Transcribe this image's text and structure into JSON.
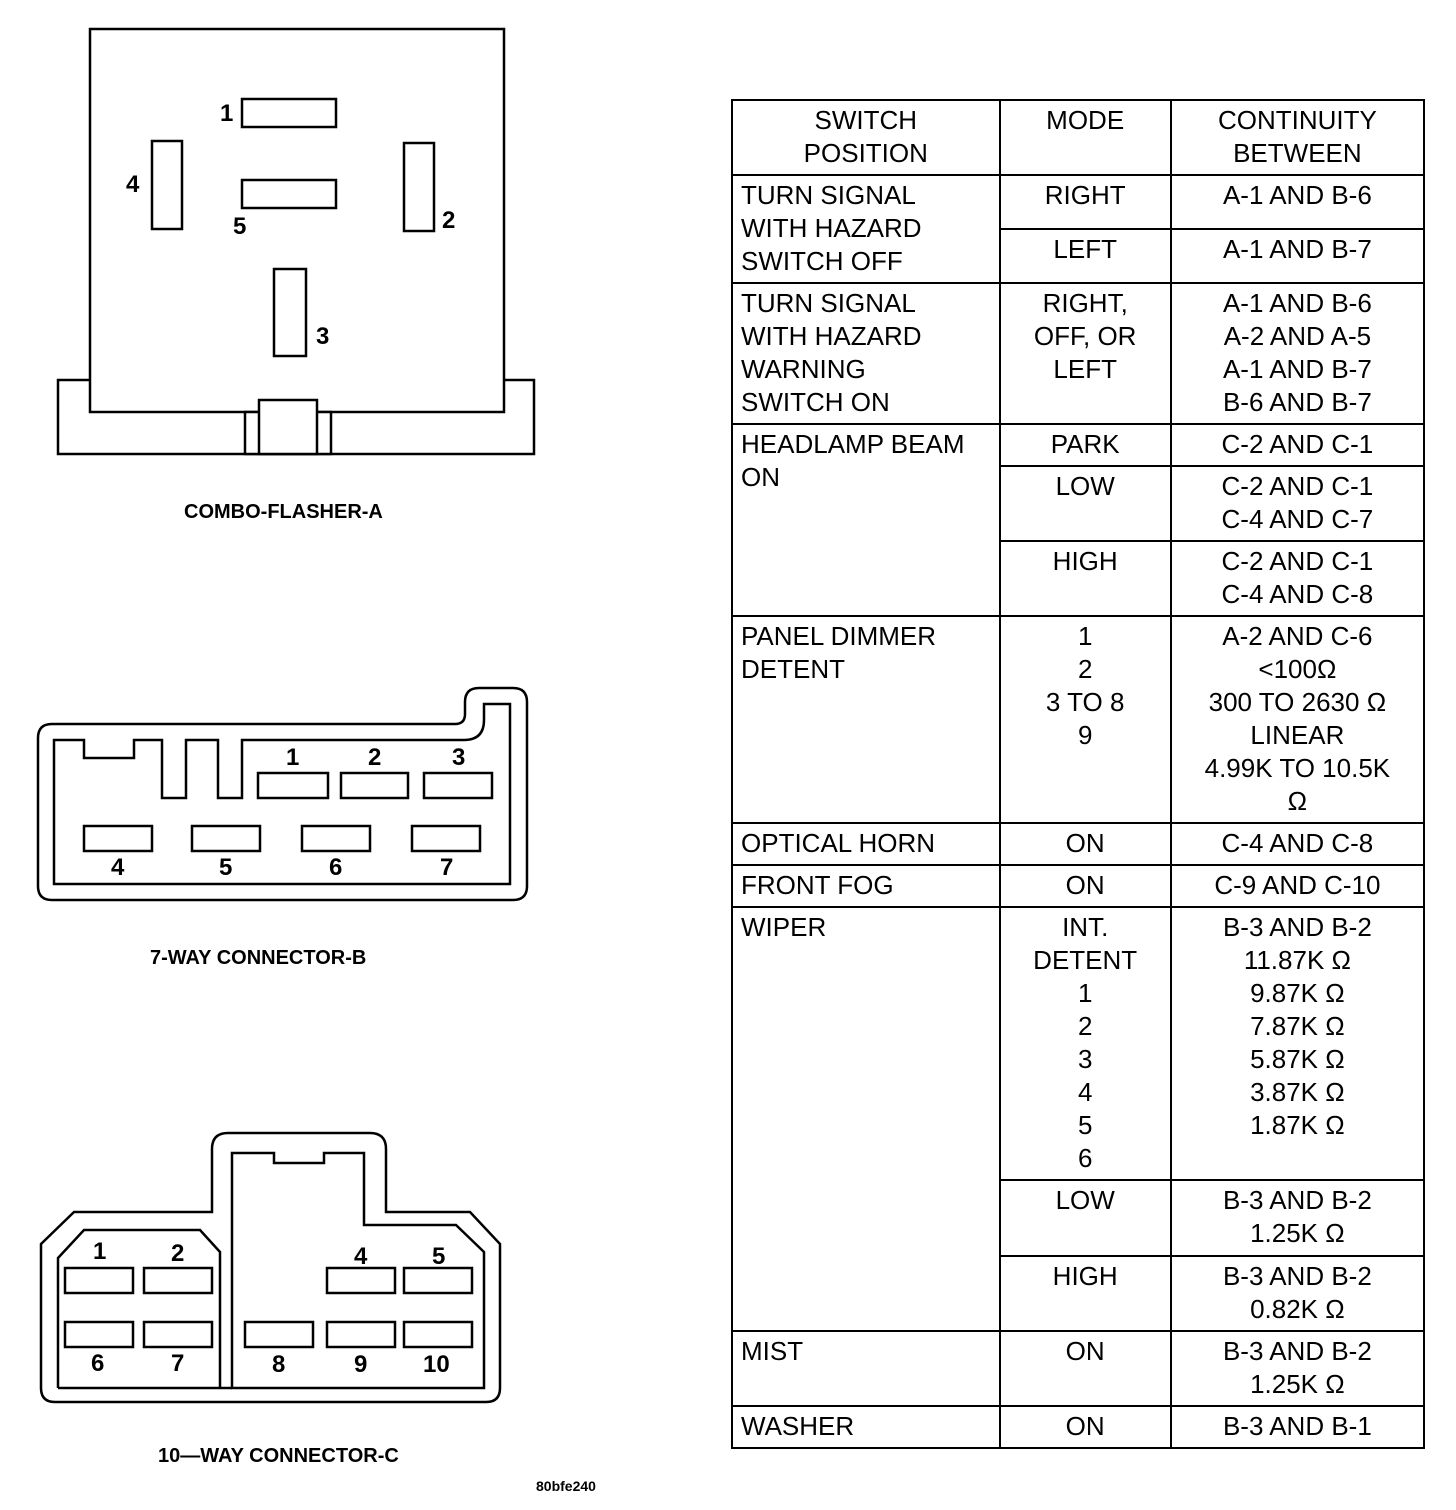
{
  "connectors": {
    "combo_flasher": {
      "caption": "COMBO-FLASHER-A",
      "pins": [
        "1",
        "2",
        "3",
        "4",
        "5"
      ]
    },
    "seven_way": {
      "caption": "7-WAY CONNECTOR-B",
      "pins": [
        "1",
        "2",
        "3",
        "4",
        "5",
        "6",
        "7"
      ]
    },
    "ten_way": {
      "caption": "10—WAY CONNECTOR-C",
      "pins": [
        "1",
        "2",
        "4",
        "5",
        "6",
        "7",
        "8",
        "9",
        "10"
      ]
    }
  },
  "figure_ref": "80bfe240",
  "table": {
    "headers": {
      "switch_position": [
        "SWITCH",
        "POSITION"
      ],
      "mode": [
        "MODE"
      ],
      "continuity": [
        "CONTINUITY",
        "BETWEEN"
      ]
    },
    "rows": [
      {
        "position": [
          "TURN SIGNAL",
          "WITH HAZARD",
          "SWITCH OFF"
        ],
        "modes": [
          {
            "mode": [
              "RIGHT"
            ],
            "continuity": [
              "A-1 AND B-6"
            ]
          },
          {
            "mode": [
              "LEFT"
            ],
            "continuity": [
              "A-1 AND B-7"
            ]
          }
        ]
      },
      {
        "position": [
          "TURN SIGNAL",
          "WITH HAZARD",
          "WARNING",
          "SWITCH ON"
        ],
        "modes": [
          {
            "mode": [
              "RIGHT,",
              "OFF, OR",
              "LEFT"
            ],
            "continuity": [
              "A-1 AND B-6",
              "A-2 AND A-5",
              "A-1 AND B-7",
              "B-6 AND B-7"
            ]
          }
        ]
      },
      {
        "position": [
          "HEADLAMP BEAM",
          "ON"
        ],
        "modes": [
          {
            "mode": [
              "PARK"
            ],
            "continuity": [
              "C-2 AND C-1"
            ]
          },
          {
            "mode": [
              "LOW"
            ],
            "continuity": [
              "C-2 AND C-1",
              "C-4 AND C-7"
            ]
          },
          {
            "mode": [
              "HIGH"
            ],
            "continuity": [
              "C-2 AND C-1",
              "C-4 AND C-8"
            ]
          }
        ]
      },
      {
        "position": [
          "PANEL DIMMER",
          "DETENT"
        ],
        "modes": [
          {
            "mode": [
              "1",
              "2",
              "3 TO 8",
              "9"
            ],
            "continuity": [
              "A-2 AND C-6",
              "<100Ω",
              "300 TO 2630 Ω",
              "LINEAR",
              "4.99K TO 10.5K",
              "Ω"
            ]
          }
        ]
      },
      {
        "position": [
          "OPTICAL HORN"
        ],
        "modes": [
          {
            "mode": [
              "ON"
            ],
            "continuity": [
              "C-4 AND C-8"
            ]
          }
        ]
      },
      {
        "position": [
          "FRONT FOG"
        ],
        "modes": [
          {
            "mode": [
              "ON"
            ],
            "continuity": [
              "C-9 AND C-10"
            ]
          }
        ]
      },
      {
        "position": [
          "WIPER"
        ],
        "modes": [
          {
            "mode": [
              "INT.",
              "DETENT",
              "1",
              "2",
              "3",
              "4",
              "5",
              "6"
            ],
            "continuity": [
              "B-3 AND B-2",
              "11.87K Ω",
              "9.87K Ω",
              "7.87K Ω",
              "5.87K Ω",
              "3.87K Ω",
              "1.87K Ω"
            ]
          },
          {
            "mode": [
              "LOW"
            ],
            "continuity": [
              "B-3 AND B-2",
              "1.25K Ω"
            ]
          },
          {
            "mode": [
              "HIGH"
            ],
            "continuity": [
              "B-3 AND B-2",
              "0.82K Ω"
            ]
          }
        ]
      },
      {
        "position": [
          "MIST"
        ],
        "modes": [
          {
            "mode": [
              "ON"
            ],
            "continuity": [
              "B-3 AND B-2",
              "1.25K Ω"
            ]
          }
        ]
      },
      {
        "position": [
          "WASHER"
        ],
        "modes": [
          {
            "mode": [
              "ON"
            ],
            "continuity": [
              "B-3 AND B-1"
            ]
          }
        ]
      }
    ]
  }
}
